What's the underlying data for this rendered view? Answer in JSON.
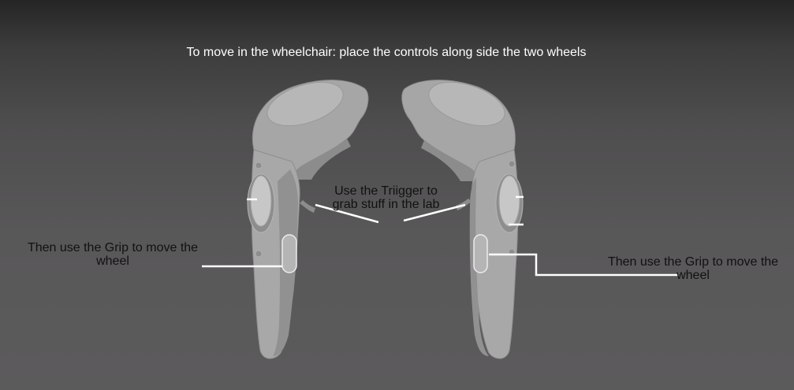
{
  "instructions": {
    "title": "To move in the wheelchair: place the controls along side the two wheels",
    "grip_left": "Then use the Grip to move the wheel",
    "trigger": "Use the Triigger to grab stuff in the lab",
    "grip_right": "Then use the Grip to move the wheel"
  },
  "icons": {
    "left_controller": "vr-controller-icon",
    "right_controller": "vr-controller-icon"
  },
  "colors": {
    "background": "#5a595a",
    "controller_body": "#a9a8a9",
    "controller_shade": "#8a898a",
    "text_title": "#ffffff",
    "text_label": "#111111",
    "pointer_line": "#ffffff"
  }
}
